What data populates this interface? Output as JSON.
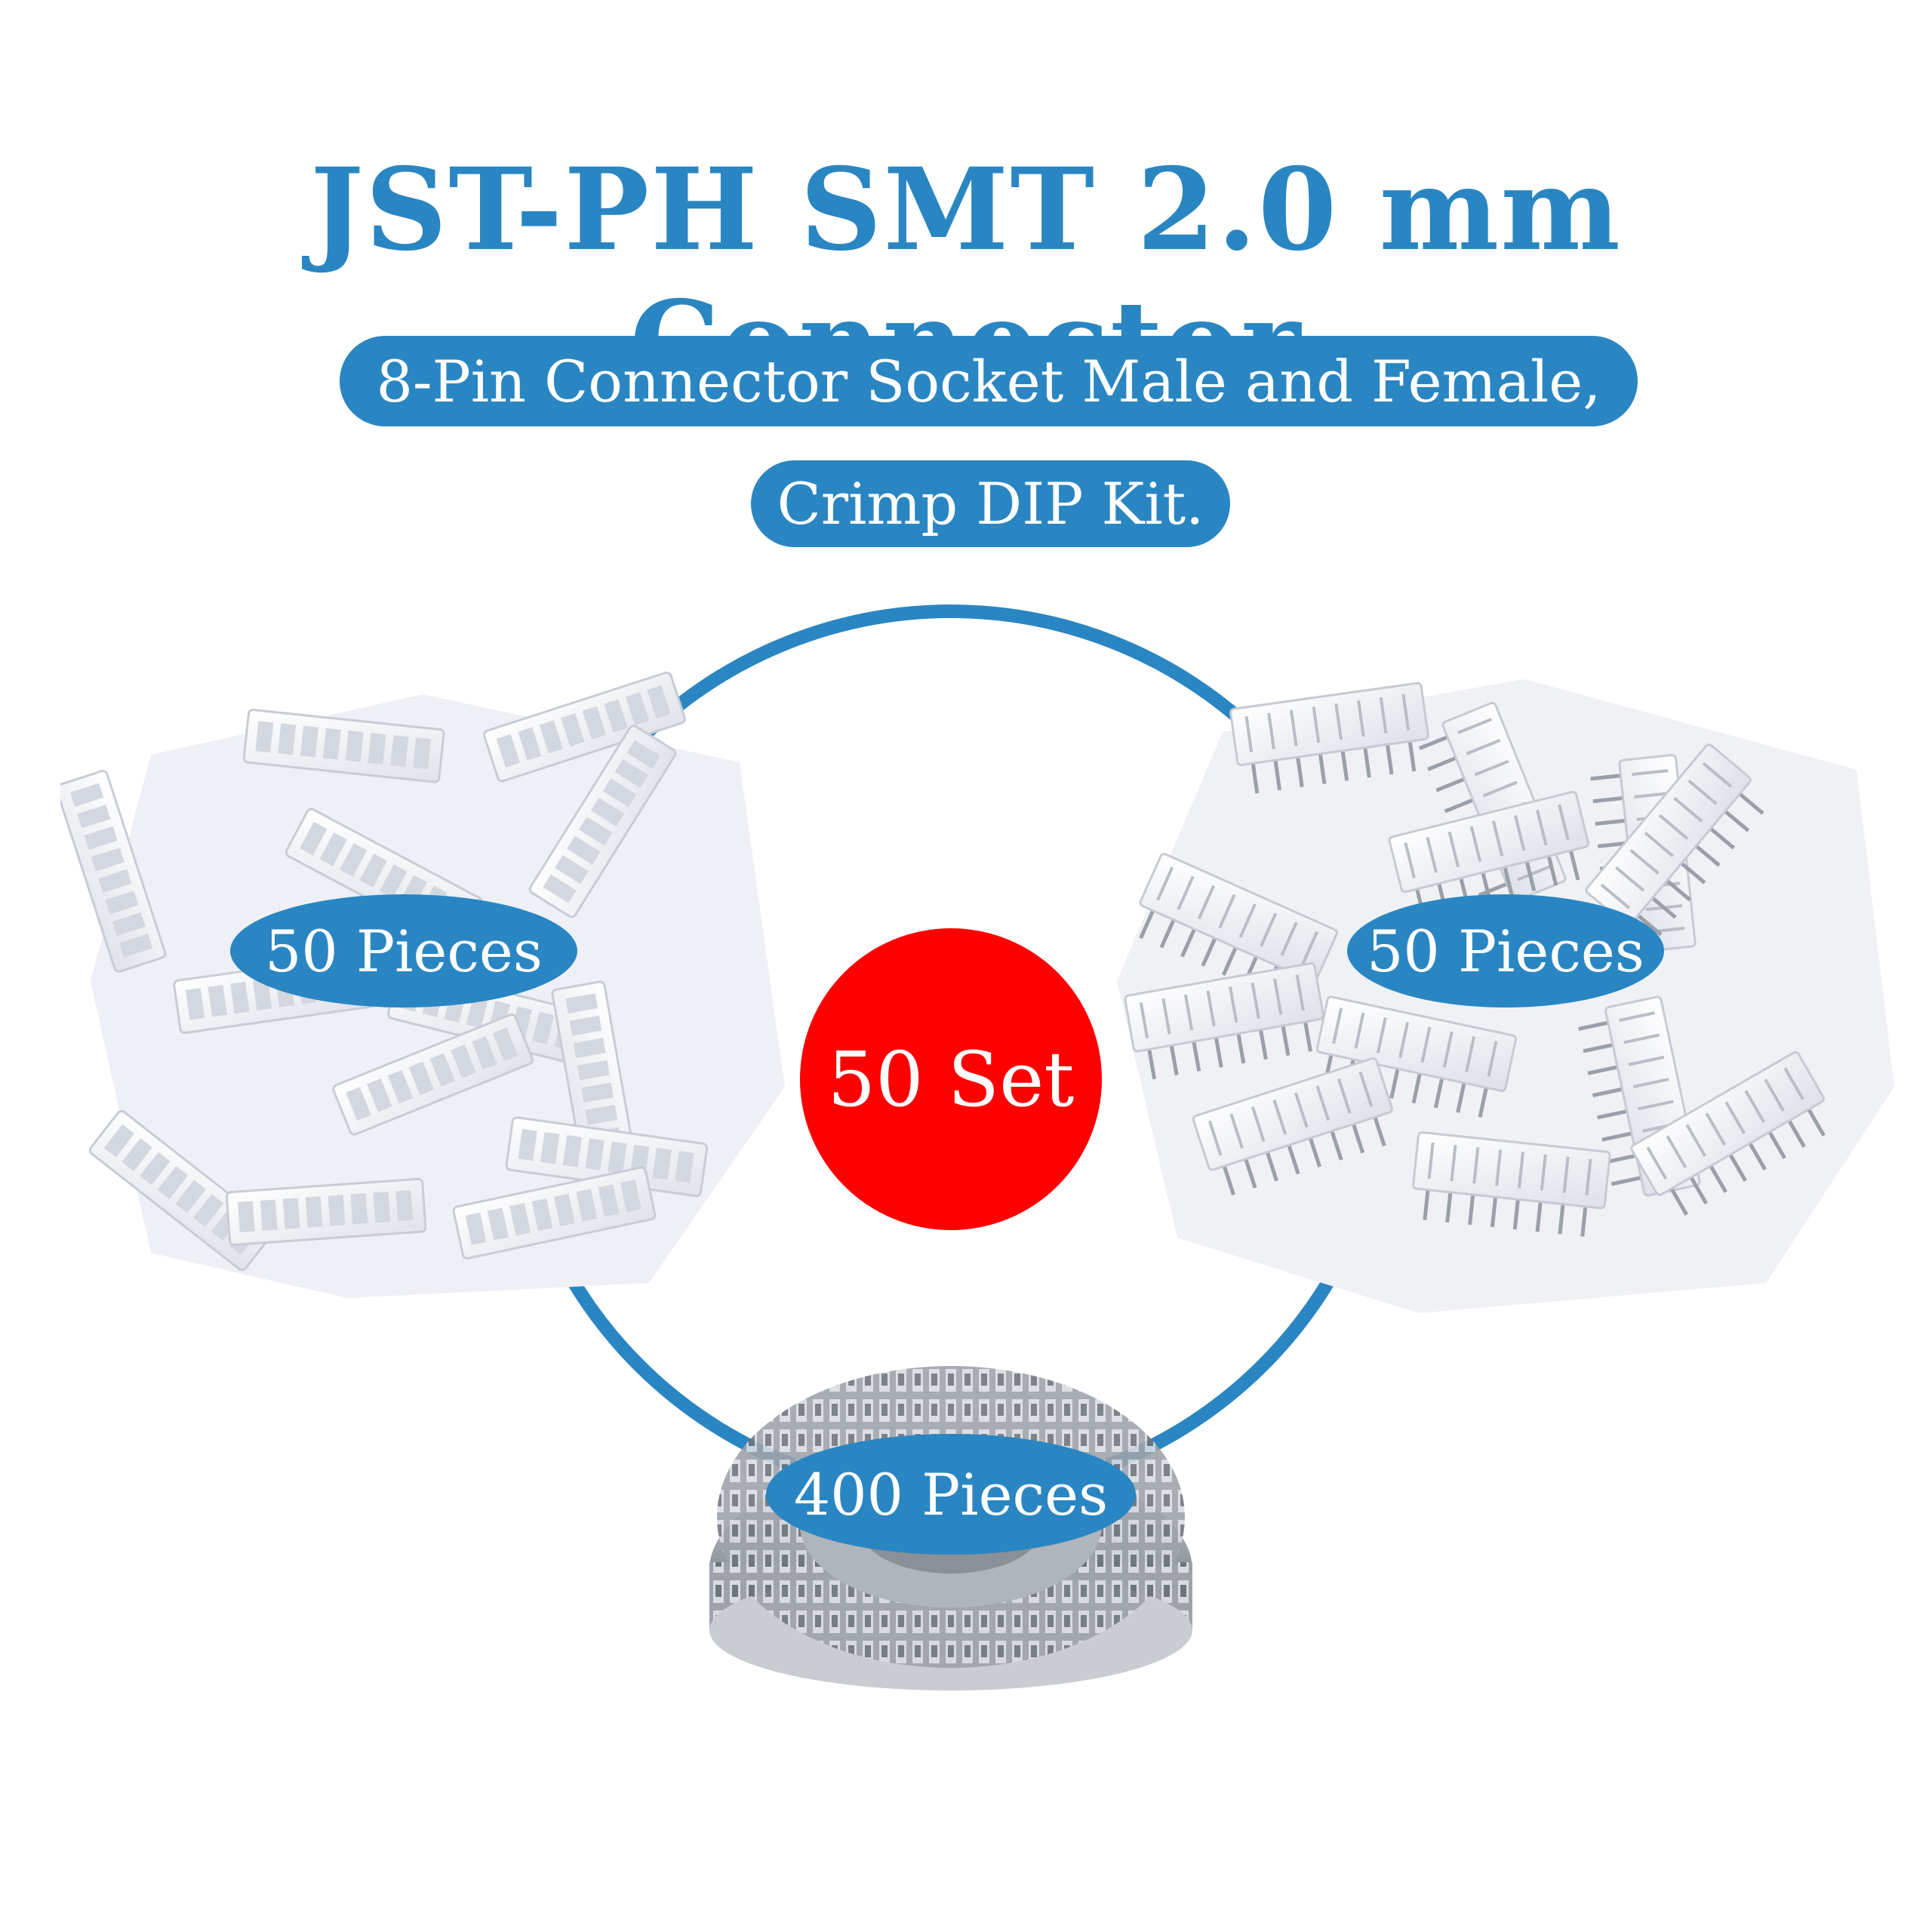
{
  "title": "JST-PH SMT 2.0 mm Connector",
  "subtitle_line1": "8-Pin Connector Socket Male and Female,",
  "subtitle_line2": "Crimp DIP Kit.",
  "center_badge": "50 Set",
  "groups": {
    "left": {
      "label": "50 Pieces"
    },
    "right": {
      "label": "50 Pieces"
    },
    "bottom": {
      "label": "400 Pieces"
    }
  },
  "colors": {
    "accent": "#2a86c2",
    "badge": "#ff0000",
    "text_on_accent": "#ffffff",
    "connector_white": "#f4f5f8",
    "terminal_silver": "#a9aeb4"
  }
}
